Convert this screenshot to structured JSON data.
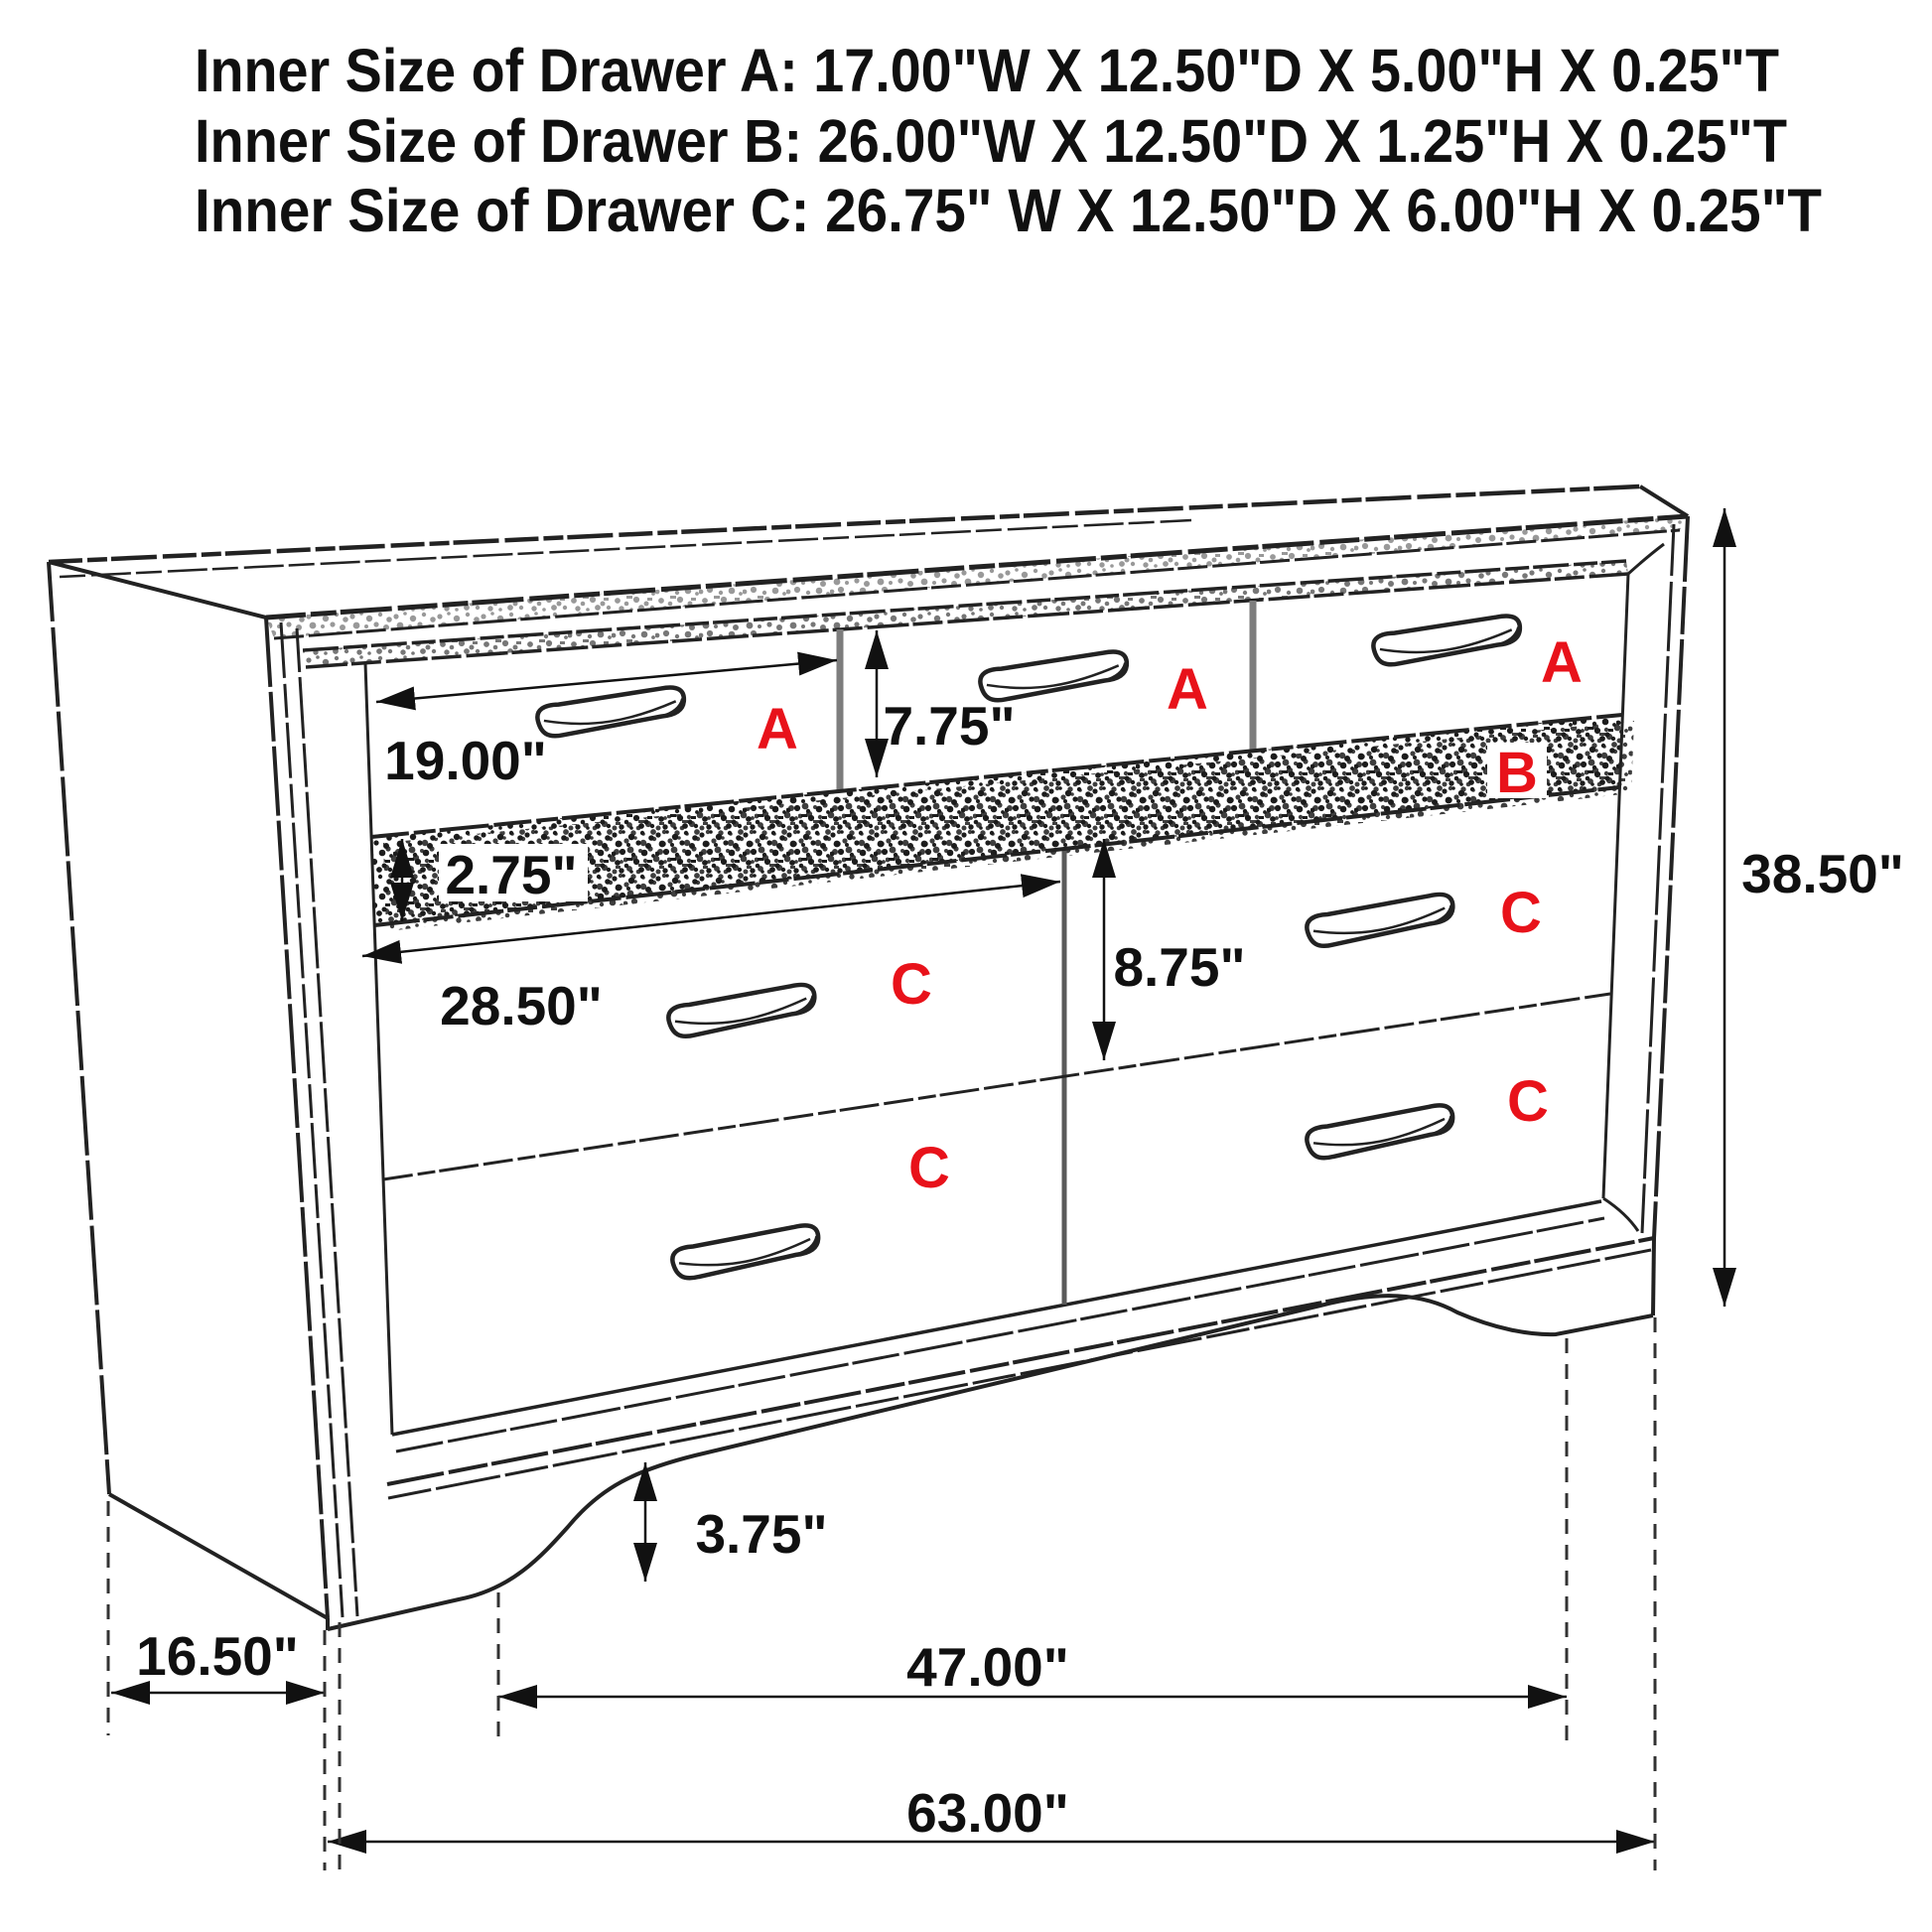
{
  "heading": {
    "line1": "Inner Size of Drawer A: 17.00\"W X 12.50\"D X 5.00\"H X 0.25\"T",
    "line2": "Inner Size of Drawer B: 26.00\"W X 12.50\"D X 1.25\"H X 0.25\"T",
    "line3": "Inner Size of Drawer C: 26.75\" W X 12.50\"D X 6.00\"H X 0.25\"T"
  },
  "drawer_labels": {
    "a1": "A",
    "a2": "A",
    "a3": "A",
    "b": "B",
    "c_top_left": "C",
    "c_top_right": "C",
    "c_bottom_left": "C",
    "c_bottom_right": "C"
  },
  "dimensions": {
    "drawer_a_width": "19.00\"",
    "drawer_a_height": "7.75\"",
    "drawer_b_height": "2.75\"",
    "drawer_c_width": "28.50\"",
    "drawer_c_height": "8.75\"",
    "total_height": "38.50\"",
    "foot_height": "3.75\"",
    "depth": "16.50\"",
    "inner_width": "47.00\"",
    "total_width": "63.00\""
  },
  "colors": {
    "label_red": "#e8121a",
    "line": "#222222"
  }
}
